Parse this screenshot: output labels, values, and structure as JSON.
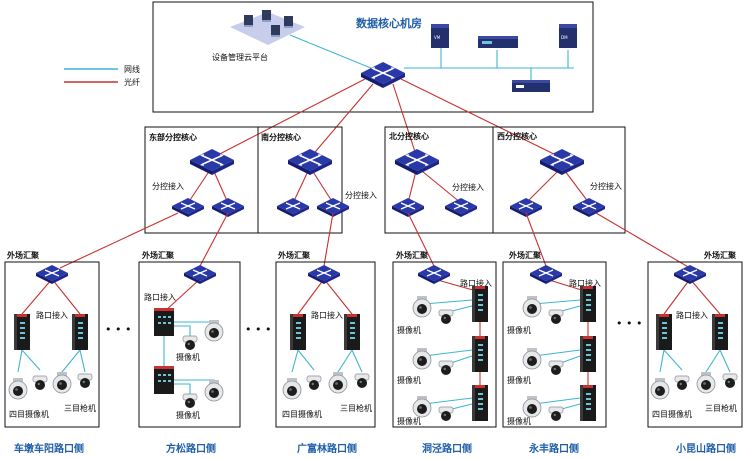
{
  "center": {
    "title": "数据核心机房",
    "cloud_label": "设备管理云平台",
    "vm_label": "VM",
    "dm_label": "DM"
  },
  "legend": {
    "net": "网线",
    "fiber": "光纤"
  },
  "colors": {
    "net": "#3fb6d1",
    "fiber": "#c8312f",
    "accent": "#1f5fa8"
  },
  "branches": [
    {
      "title": "东部分控核心",
      "access": "分控接入"
    },
    {
      "title": "南分控核心",
      "access": "分控接入"
    },
    {
      "title": "北分控核心",
      "access": "分控接入"
    },
    {
      "title": "西分控核心",
      "access": "分控接入"
    }
  ],
  "sites": [
    {
      "agg": "外场汇聚",
      "access": "路口接入",
      "cam_a": "四目摄像机",
      "cam_b": "三目枪机",
      "name": "车墩车阳路口侧"
    },
    {
      "agg": "外场汇聚",
      "access": "路口接入",
      "cam_a": "摄像机",
      "cam_b": "摄像机",
      "name": "方松路口侧"
    },
    {
      "agg": "外场汇聚",
      "access": "路口接入",
      "cam_a": "四目摄像机",
      "cam_b": "三目枪机",
      "name": "广富林路口侧"
    },
    {
      "agg": "外场汇聚",
      "access": "路口接入",
      "cam_a": "摄像机",
      "cam_b": "摄像机",
      "cam_c": "摄像机",
      "name": "洞泾路口侧"
    },
    {
      "agg": "外场汇聚",
      "access": "路口接入",
      "cam_a": "摄像机",
      "cam_b": "摄像机",
      "cam_c": "摄像机",
      "name": "永丰路口侧"
    },
    {
      "agg": "外场汇聚",
      "access": "路口接入",
      "cam_a": "四目摄像机",
      "cam_b": "三目枪机",
      "name": "小昆山路口侧"
    }
  ],
  "ellipsis": "• • •"
}
